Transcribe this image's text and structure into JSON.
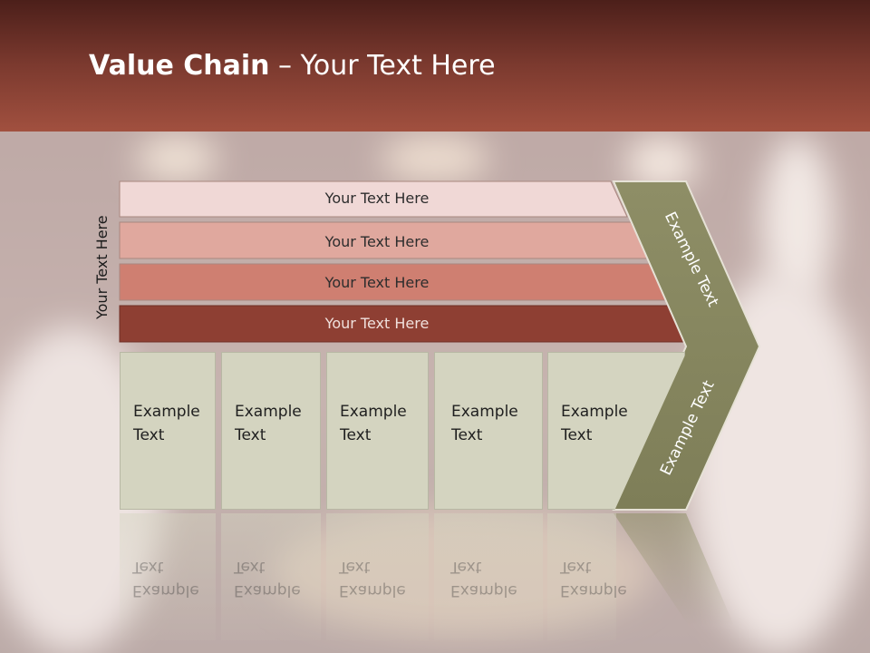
{
  "title": {
    "bold": "Value Chain",
    "rest": " – Your Text Here"
  },
  "side_label": "Your Text Here",
  "rows": [
    {
      "label": "Your Text Here",
      "color": "#f0d8d6"
    },
    {
      "label": "Your Text Here",
      "color": "#e0a89e"
    },
    {
      "label": "Your Text Here",
      "color": "#cf7f71"
    },
    {
      "label": "Your Text Here",
      "color": "#8e3f33"
    }
  ],
  "boxes": [
    {
      "line1": "Example",
      "line2": "Text"
    },
    {
      "line1": "Example",
      "line2": "Text"
    },
    {
      "line1": "Example",
      "line2": "Text"
    },
    {
      "line1": "Example",
      "line2": "Text"
    },
    {
      "line1": "Example",
      "line2": "Text"
    }
  ],
  "chevron_top_text": "Example Text",
  "chevron_bottom_text": "Example Text",
  "colors": {
    "header": "#7c3a2f",
    "chevron": "#8a8a62",
    "box": "#d4d4c0"
  }
}
